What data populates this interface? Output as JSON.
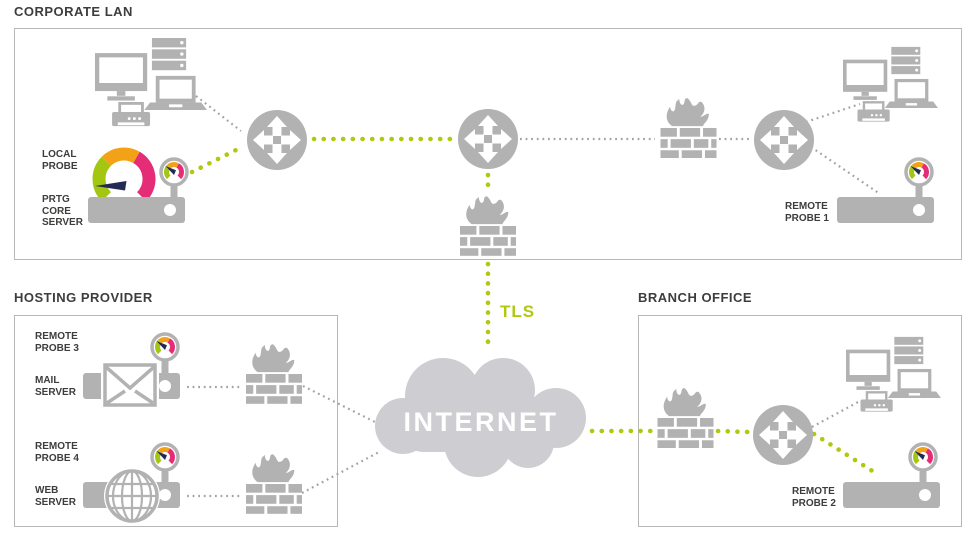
{
  "sections": {
    "corporate_lan": {
      "title": "CORPORATE LAN"
    },
    "hosting_provider": {
      "title": "HOSTING PROVIDER"
    },
    "branch_office": {
      "title": "BRANCH OFFICE"
    }
  },
  "labels": {
    "local_probe": [
      "LOCAL",
      "PROBE"
    ],
    "prtg_core_server": [
      "PRTG",
      "CORE",
      "SERVER"
    ],
    "remote_probe_1": [
      "REMOTE",
      "PROBE 1"
    ],
    "remote_probe_2": [
      "REMOTE",
      "PROBE 2"
    ],
    "remote_probe_3": [
      "REMOTE",
      "PROBE 3"
    ],
    "remote_probe_4": [
      "REMOTE",
      "PROBE 4"
    ],
    "mail_server": [
      "MAIL",
      "SERVER"
    ],
    "web_server": [
      "WEB",
      "SERVER"
    ],
    "tls": "TLS",
    "internet": "INTERNET"
  },
  "icons": [
    "workstations-icon",
    "router-icon",
    "firewall-icon",
    "gauge-icon",
    "probe-server-icon",
    "mail-envelope-icon",
    "web-globe-icon",
    "internet-cloud-icon"
  ],
  "colors": {
    "device_gray": "#b2b2b2",
    "cloud_gray": "#cecdd1",
    "dot_gray": "#a3a3a2",
    "green": "#b1c80f",
    "gauge_green": "#a3c611",
    "gauge_orange": "#f3a218",
    "gauge_pink": "#e52d77",
    "needle_navy": "#242a56",
    "text_dark": "#3d3d3c",
    "border_gray": "#b7b7b7"
  }
}
